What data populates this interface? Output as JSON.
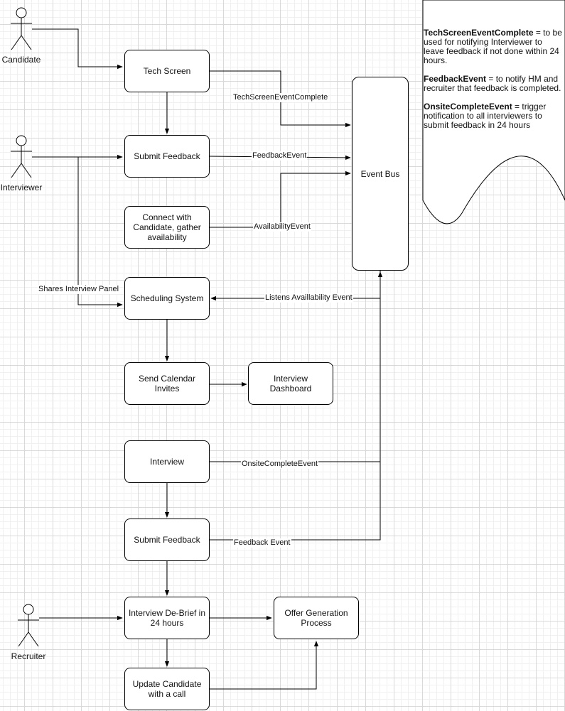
{
  "actors": {
    "candidate": "Candidate",
    "interviewer": "Interviewer",
    "recruiter": "Recruiter"
  },
  "nodes": {
    "tech_screen": "Tech Screen",
    "submit_feedback_1": "Submit Feedback",
    "connect_candidate": "Connect with Candidate, gather availability",
    "scheduling_system": "Scheduling System",
    "send_calendar_invites": "Send Calendar Invites",
    "interview_dashboard": "Interview Dashboard",
    "interview": "Interview",
    "submit_feedback_2": "Submit Feedback",
    "interview_debrief": "Interview De-Brief in 24 hours",
    "offer_generation": "Offer Generation Process",
    "update_candidate": "Update Candidate with a call",
    "event_bus": "Event Bus"
  },
  "edge_labels": {
    "tech_screen_event": "TechScreenEventComplete",
    "feedback_event": "FeedbackEvent",
    "availability_event": "AvailabilityEvent",
    "listens_availability": "Listens Availlability Event",
    "shares_panel": "Shares Interview Panel",
    "onsite_complete_event": "OnsiteCompleteEvent",
    "feedback_event_2": "Feedback Event"
  },
  "note": {
    "items": [
      {
        "term": "TechScreenEventComplete",
        "text": " = to be used for notifying Interviewer to leave feedback if not done within 24 hours."
      },
      {
        "term": "FeedbackEvent",
        "text": " = to notify HM and recruiter that feedback is completed."
      },
      {
        "term": "OnsiteCompleteEvent",
        "text": " = trigger notification to all interviewers to submit feedback in 24 hours"
      }
    ]
  }
}
